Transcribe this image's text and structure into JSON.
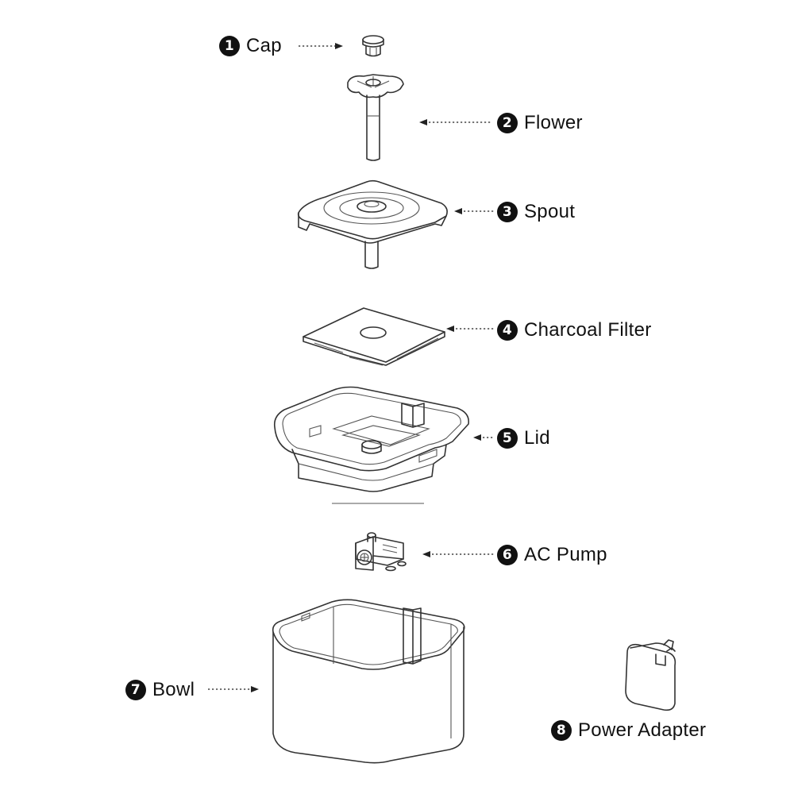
{
  "diagram": {
    "parts": [
      {
        "number": "1",
        "name": "Cap"
      },
      {
        "number": "2",
        "name": "Flower"
      },
      {
        "number": "3",
        "name": "Spout"
      },
      {
        "number": "4",
        "name": "Charcoal Filter"
      },
      {
        "number": "5",
        "name": "Lid"
      },
      {
        "number": "6",
        "name": "AC Pump"
      },
      {
        "number": "7",
        "name": "Bowl"
      },
      {
        "number": "8",
        "name": "Power Adapter"
      }
    ]
  },
  "colors": {
    "line": "#333333",
    "text": "#111111",
    "background": "#ffffff"
  }
}
